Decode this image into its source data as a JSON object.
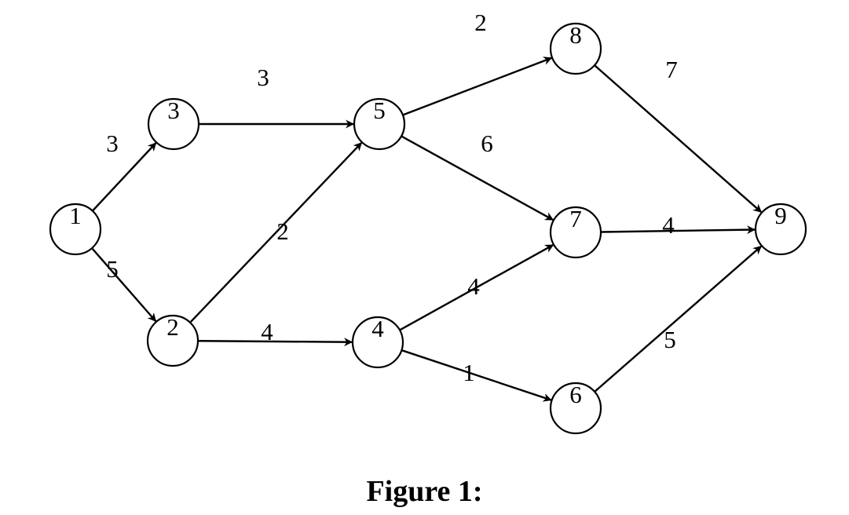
{
  "figure": {
    "caption": "Figure 1:",
    "nodes": [
      {
        "id": "1",
        "label": "1"
      },
      {
        "id": "2",
        "label": "2"
      },
      {
        "id": "3",
        "label": "3"
      },
      {
        "id": "4",
        "label": "4"
      },
      {
        "id": "5",
        "label": "5"
      },
      {
        "id": "6",
        "label": "6"
      },
      {
        "id": "7",
        "label": "7"
      },
      {
        "id": "8",
        "label": "8"
      },
      {
        "id": "9",
        "label": "9"
      }
    ],
    "edges": [
      {
        "from": "1",
        "to": "3",
        "weight": "3"
      },
      {
        "from": "1",
        "to": "2",
        "weight": "5"
      },
      {
        "from": "3",
        "to": "5",
        "weight": "3"
      },
      {
        "from": "2",
        "to": "5",
        "weight": "2"
      },
      {
        "from": "2",
        "to": "4",
        "weight": "4"
      },
      {
        "from": "5",
        "to": "8",
        "weight": "2"
      },
      {
        "from": "5",
        "to": "7",
        "weight": "6"
      },
      {
        "from": "4",
        "to": "7",
        "weight": "4"
      },
      {
        "from": "4",
        "to": "6",
        "weight": "1"
      },
      {
        "from": "8",
        "to": "9",
        "weight": "7"
      },
      {
        "from": "7",
        "to": "9",
        "weight": "4"
      },
      {
        "from": "6",
        "to": "9",
        "weight": "5"
      }
    ]
  }
}
